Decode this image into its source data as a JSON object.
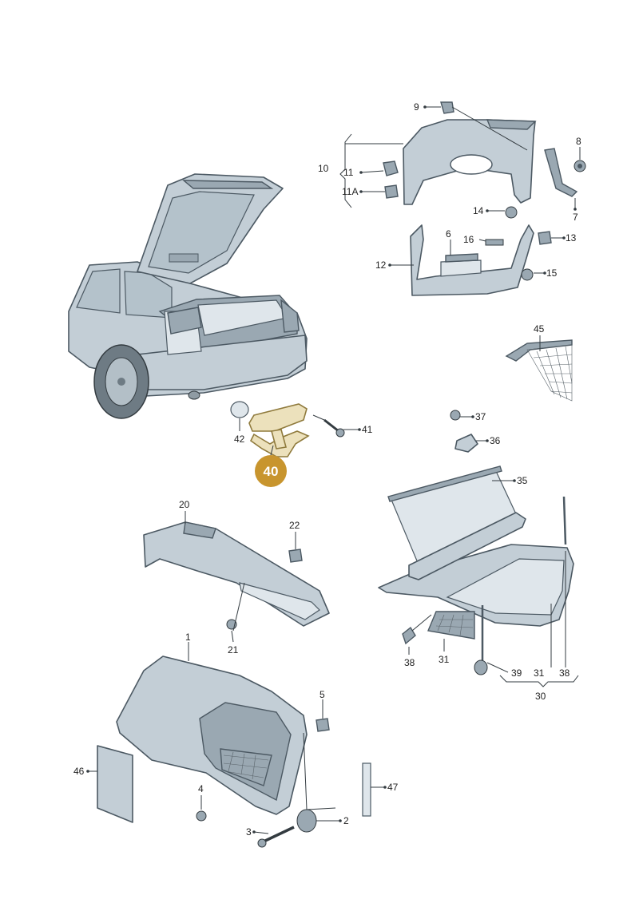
{
  "highlight": {
    "label": "40",
    "color": "#c8952e"
  },
  "labels": {
    "p1": "1",
    "p2": "2",
    "p3": "3",
    "p4": "4",
    "p5": "5",
    "p6": "6",
    "p7": "7",
    "p8": "8",
    "p9": "9",
    "p10": "10",
    "p11": "11",
    "p11a": "11A",
    "p12": "12",
    "p13": "13",
    "p14": "14",
    "p15": "15",
    "p16": "16",
    "p20": "20",
    "p21": "21",
    "p22": "22",
    "p30": "30",
    "p31a": "31",
    "p31b": "31",
    "p35": "35",
    "p36": "36",
    "p37": "37",
    "p38a": "38",
    "p38b": "38",
    "p39": "39",
    "p41": "41",
    "p42": "42",
    "p45": "45",
    "p46": "46",
    "p47": "47"
  }
}
